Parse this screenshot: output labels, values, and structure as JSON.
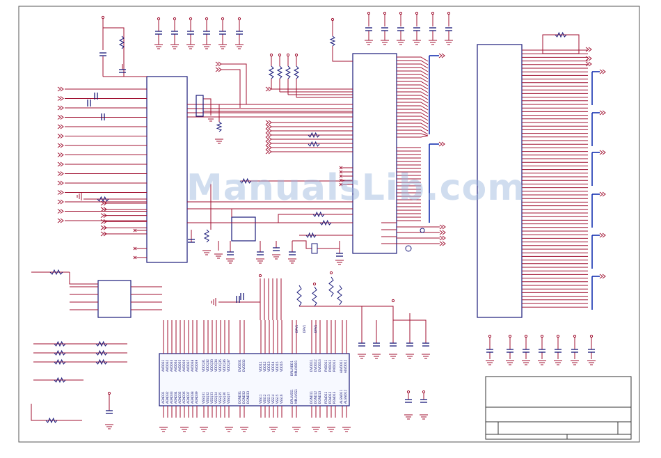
{
  "watermark": "ManualsLib.com",
  "colors": {
    "wire": "#a01030",
    "bus": "#1530b0",
    "component": "#1a1a7a",
    "frame": "#555555"
  },
  "pin_labels": {
    "avdd": [
      "AVDD31",
      "AVDD32",
      "AVDD33",
      "AVDD34",
      "AVDD35",
      "AVDD36",
      "AVDD37",
      "AVDD38",
      "AVDD39"
    ],
    "agnd": [
      "AGND31",
      "AGND32",
      "AGND33",
      "AGND34",
      "AGND35",
      "AGND36",
      "AGND37",
      "AGND38",
      "AGND39"
    ],
    "vddq": [
      "VDDQ31",
      "VDDQ32",
      "VDDQ33",
      "VDDQ34",
      "VDDQ35",
      "VDDQ36",
      "VDDQ37"
    ],
    "vssq": [
      "VSSQ31",
      "VSSQ32",
      "VSSQ33",
      "VSSQ34",
      "VSSQ35",
      "VSSQ36",
      "VSSQ37"
    ],
    "dvdd": [
      "DVDD31",
      "DVDD32"
    ],
    "dgnd": [
      "DGND31",
      "DGND32",
      "DGND33"
    ],
    "vdd1": [
      "VDD11",
      "VDD12",
      "VDD13",
      "VDD14",
      "VDD15",
      "VDD16"
    ],
    "vss1": [
      "VSS11",
      "VSS12",
      "VSS13",
      "VSS14",
      "VSS15",
      "VSS16"
    ],
    "dpll": [
      "DPLLVDD1",
      "MPLLVDD1"
    ],
    "dpllgnd": [
      "DPLLVSS1",
      "MPLLVSS1"
    ],
    "dvd": [
      "DVDD11",
      "DVDD12",
      "DVDD13"
    ],
    "dgd": [
      "DGND11",
      "DGND12",
      "DGND13"
    ],
    "pvd": [
      "PVDD11",
      "PVDD12",
      "PVDD13"
    ],
    "pgd": [
      "PGND11",
      "PGND12",
      "PGND13"
    ],
    "alv": [
      "ALVDD11",
      "ALVDD12"
    ],
    "alg": [
      "ALGND11",
      "ALGND12"
    ],
    "dpv_small": [
      "DPV1",
      "DPV1",
      "DPV1"
    ]
  }
}
